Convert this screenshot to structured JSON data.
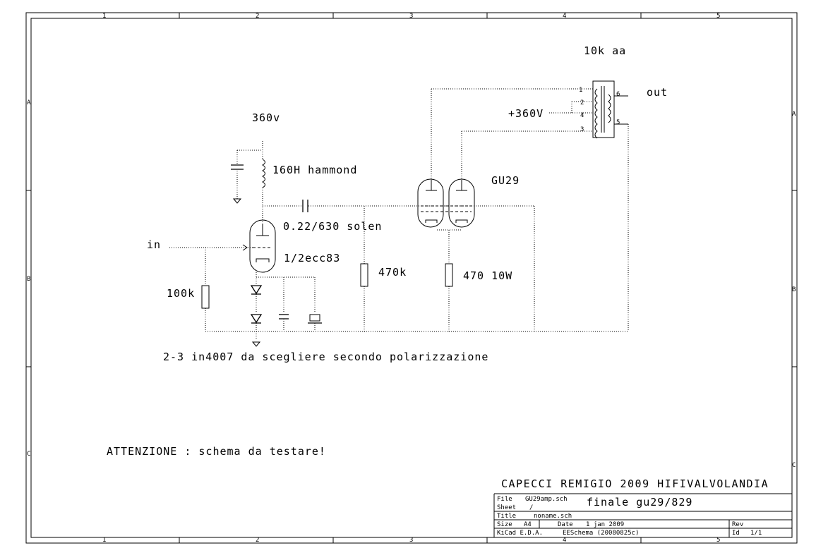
{
  "border": {
    "col_numbers": [
      "1",
      "2",
      "3",
      "4",
      "5"
    ],
    "row_letters": [
      "A",
      "B",
      "C"
    ]
  },
  "labels": {
    "supply": "360v",
    "choke": "160H hammond",
    "input": "in",
    "coupling_cap": "0.22/630 solen",
    "preamp_tube": "1/2ecc83",
    "grid_resistor": "100k",
    "grid_leak": "470k",
    "output_tube": "GU29",
    "cathode_resistor": "470 10W",
    "transformer": "10k aa",
    "output": "out",
    "b_plus": "+360V",
    "pins": [
      "1",
      "2",
      "4",
      "3",
      "6",
      "5"
    ],
    "diode_note": "2-3 in4007 da scegliere secondo polarizzazione",
    "warning": "ATTENZIONE : schema da testare!"
  },
  "titleblock": {
    "author": "CAPECCI REMIGIO 2009 HIFIVALVOLANDIA",
    "file_label": "File",
    "file_value": "GU29amp.sch",
    "sheet_label": "Sheet",
    "sheet_value": "/",
    "title_label": "Title",
    "title_value": "noname.sch",
    "name": "finale gu29/829",
    "size_label": "Size",
    "size_value": "A4",
    "date_label": "Date",
    "date_value": "1 jan 2009",
    "rev_label": "Rev",
    "kicad": "KiCad E.D.A.",
    "eeschema": "EESchema (20080825c)",
    "id_label": "Id",
    "id_value": "1/1"
  },
  "colors": {
    "ink": "#000000",
    "paper": "#ffffff"
  }
}
